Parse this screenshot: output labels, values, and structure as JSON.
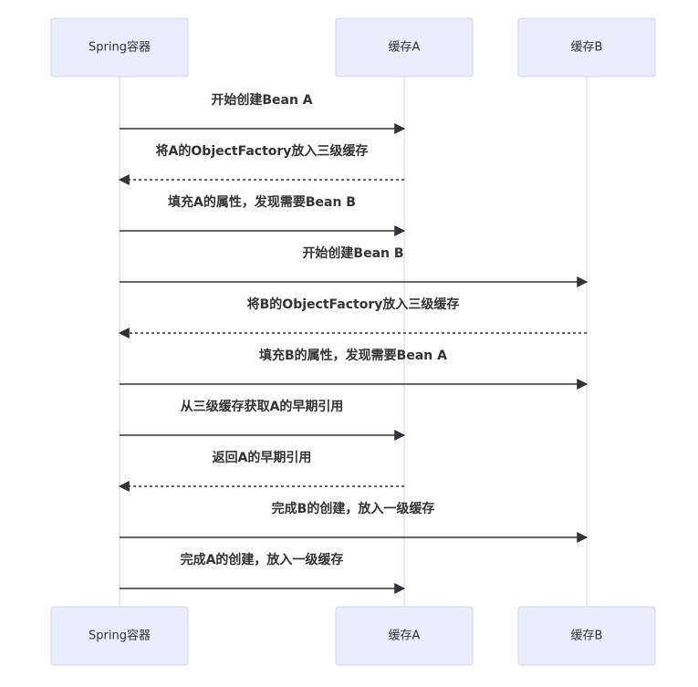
{
  "colors": {
    "actor_fill": "#ECECFF",
    "actor_stroke": "#D4D1F7",
    "lifeline": "#CCCCEE",
    "message": "#333333",
    "text": "#333333"
  },
  "participants": [
    {
      "id": "container",
      "label": "Spring容器"
    },
    {
      "id": "cacheA",
      "label": "缓存A"
    },
    {
      "id": "cacheB",
      "label": "缓存B"
    }
  ],
  "messages": [
    {
      "from": "container",
      "to": "cacheA",
      "text": "开始创建Bean A",
      "style": "solid"
    },
    {
      "from": "cacheA",
      "to": "container",
      "text": "将A的ObjectFactory放入三级缓存",
      "style": "dashed"
    },
    {
      "from": "container",
      "to": "cacheA",
      "text": "填充A的属性，发现需要Bean B",
      "style": "solid"
    },
    {
      "from": "container",
      "to": "cacheB",
      "text": "开始创建Bean B",
      "style": "solid"
    },
    {
      "from": "cacheB",
      "to": "container",
      "text": "将B的ObjectFactory放入三级缓存",
      "style": "dashed"
    },
    {
      "from": "container",
      "to": "cacheB",
      "text": "填充B的属性，发现需要Bean A",
      "style": "solid"
    },
    {
      "from": "container",
      "to": "cacheA",
      "text": "从三级缓存获取A的早期引用",
      "style": "solid"
    },
    {
      "from": "cacheA",
      "to": "container",
      "text": "返回A的早期引用",
      "style": "dashed"
    },
    {
      "from": "container",
      "to": "cacheB",
      "text": "完成B的创建，放入一级缓存",
      "style": "solid"
    },
    {
      "from": "container",
      "to": "cacheA",
      "text": "完成A的创建，放入一级缓存",
      "style": "solid"
    }
  ]
}
